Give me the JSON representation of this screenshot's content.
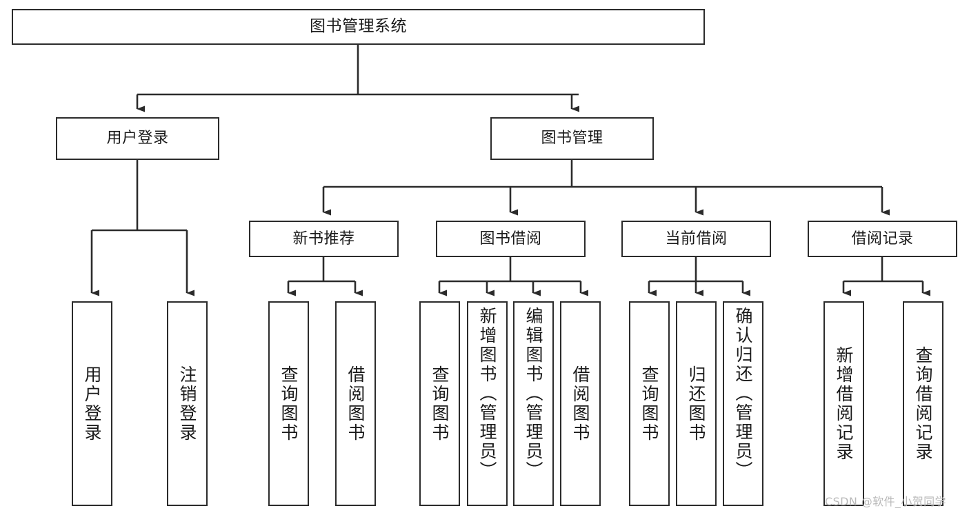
{
  "diagram": {
    "type": "hierarchy-tree",
    "title": "图书管理系统",
    "orientation": "top-down",
    "line_color": "#2b2b2b",
    "box_fill": "#ffffff",
    "text_color": "#1a1a1a"
  },
  "nodes": {
    "root": {
      "label": "图书管理系统",
      "level": 1
    },
    "level2": [
      {
        "id": "user-login",
        "label": "用户登录"
      },
      {
        "id": "book-manage",
        "label": "图书管理"
      }
    ],
    "level3": [
      {
        "id": "new-book-recommend",
        "label": "新书推荐"
      },
      {
        "id": "book-borrow",
        "label": "图书借阅"
      },
      {
        "id": "current-borrow",
        "label": "当前借阅"
      },
      {
        "id": "borrow-record",
        "label": "借阅记录"
      }
    ],
    "leaves": {
      "user_login": [
        {
          "id": "leaf-user-login",
          "label": "用户登录"
        },
        {
          "id": "leaf-logout-login",
          "label": "注销登录"
        }
      ],
      "new_book_recommend": [
        {
          "id": "leaf-query-book-1",
          "label": "查询图书"
        },
        {
          "id": "leaf-borrow-book-1",
          "label": "借阅图书"
        }
      ],
      "book_borrow": [
        {
          "id": "leaf-query-book-2",
          "label": "查询图书"
        },
        {
          "id": "leaf-add-book",
          "label": "新增图书（管理员）"
        },
        {
          "id": "leaf-edit-book",
          "label": "编辑图书（管理员）"
        },
        {
          "id": "leaf-borrow-book-2",
          "label": "借阅图书"
        }
      ],
      "current_borrow": [
        {
          "id": "leaf-query-book-3",
          "label": "查询图书"
        },
        {
          "id": "leaf-return-book",
          "label": "归还图书"
        },
        {
          "id": "leaf-confirm-return",
          "label": "确认归还（管理员）"
        }
      ],
      "borrow_record": [
        {
          "id": "leaf-add-record",
          "label": "新增借阅记录"
        },
        {
          "id": "leaf-query-record",
          "label": "查询借阅记录"
        }
      ]
    }
  },
  "watermark": {
    "text": "CSDN @软件_小贺同学"
  }
}
